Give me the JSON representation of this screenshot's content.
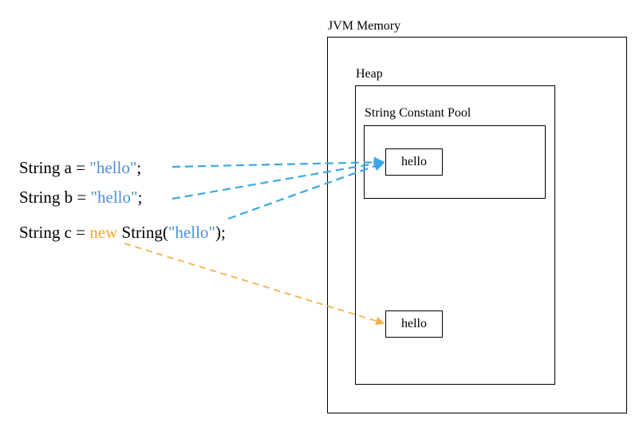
{
  "colors": {
    "string_literal": "#4a90d9",
    "keyword_new": "#f5a623",
    "arrow_blue": "#3aa8e8",
    "arrow_orange": "#f5b049",
    "text": "#000000"
  },
  "jvm": {
    "title": "JVM Memory",
    "heap": {
      "title": "Heap",
      "pool": {
        "title": "String Constant Pool",
        "value": "hello"
      },
      "object_value": "hello"
    }
  },
  "code": {
    "line_a": {
      "prefix": "String a = ",
      "literal": "\"hello\"",
      "suffix": ";"
    },
    "line_b": {
      "prefix": "String b = ",
      "literal": "\"hello\"",
      "suffix": ";"
    },
    "line_c": {
      "prefix": "String c = ",
      "keyword": "new",
      "middle": " String(",
      "literal": "\"hello\"",
      "suffix": ");"
    }
  }
}
